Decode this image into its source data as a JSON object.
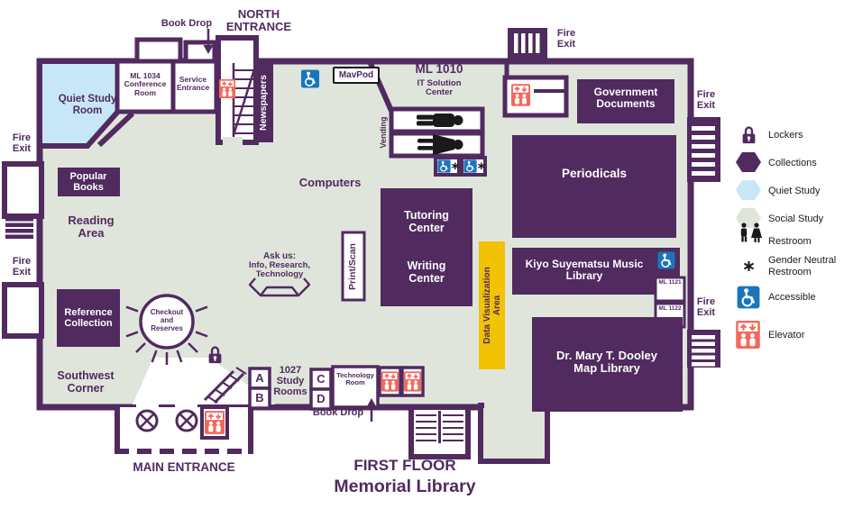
{
  "title": {
    "floor": "FIRST FLOOR",
    "building": "Memorial Library"
  },
  "entrances": {
    "north": "NORTH ENTRANCE",
    "main": "MAIN ENTRANCE"
  },
  "labels": {
    "book_drop": "Book Drop",
    "fire_exit": "Fire Exit",
    "computers": "Computers",
    "reading_area": "Reading Area",
    "southwest_corner": "Southwest Corner",
    "newspapers": "Newspapers",
    "vending": "Vending",
    "mavpod": "MavPod"
  },
  "ask_us": {
    "line1": "Ask us:",
    "line2": "Info, Research,",
    "line3": "Technology"
  },
  "rooms": {
    "quiet_study_room": "Quiet Study Room",
    "conference_room": "ML 1034 Conference Room",
    "service_entrance": "Service Entrance",
    "it_solution_center_code": "ML 1010",
    "it_solution_center": "IT Solution Center",
    "government_documents": "Government Documents",
    "periodicals": "Periodicals",
    "tutoring_center": "Tutoring Center",
    "writing_center": "Writing Center",
    "print_scan": "Print/Scan",
    "data_visualization_area": "Data Visualization Area",
    "music_library": "Kiyo Suyematsu Music Library",
    "ml_1121": "ML 1121",
    "ml_1122": "ML 1122",
    "map_library": "Dr. Mary T. Dooley Map Library",
    "popular_books": "Popular Books",
    "reference_collection": "Reference Collection",
    "checkout": "Checkout and Reserves",
    "study_rooms_1027": "1027 Study Rooms",
    "room_a": "A",
    "room_b": "B",
    "room_c": "C",
    "room_d": "D",
    "technology_room": "Technology Room"
  },
  "legend": {
    "lockers": "Lockers",
    "collections": "Collections",
    "quiet_study": "Quiet Study",
    "social_study": "Social Study",
    "restroom": "Restroom",
    "gender_neutral_restroom": "Gender Neutral Restroom",
    "accessible": "Accessible",
    "elevator": "Elevator"
  },
  "colors": {
    "purple": "#512A5F",
    "floor_green": "#DFE5DB",
    "quiet_blue": "#C7E7F7",
    "highlight_yellow": "#F2C204",
    "elevator_orange": "#F2695C",
    "accessible_blue": "#1B75BC"
  }
}
